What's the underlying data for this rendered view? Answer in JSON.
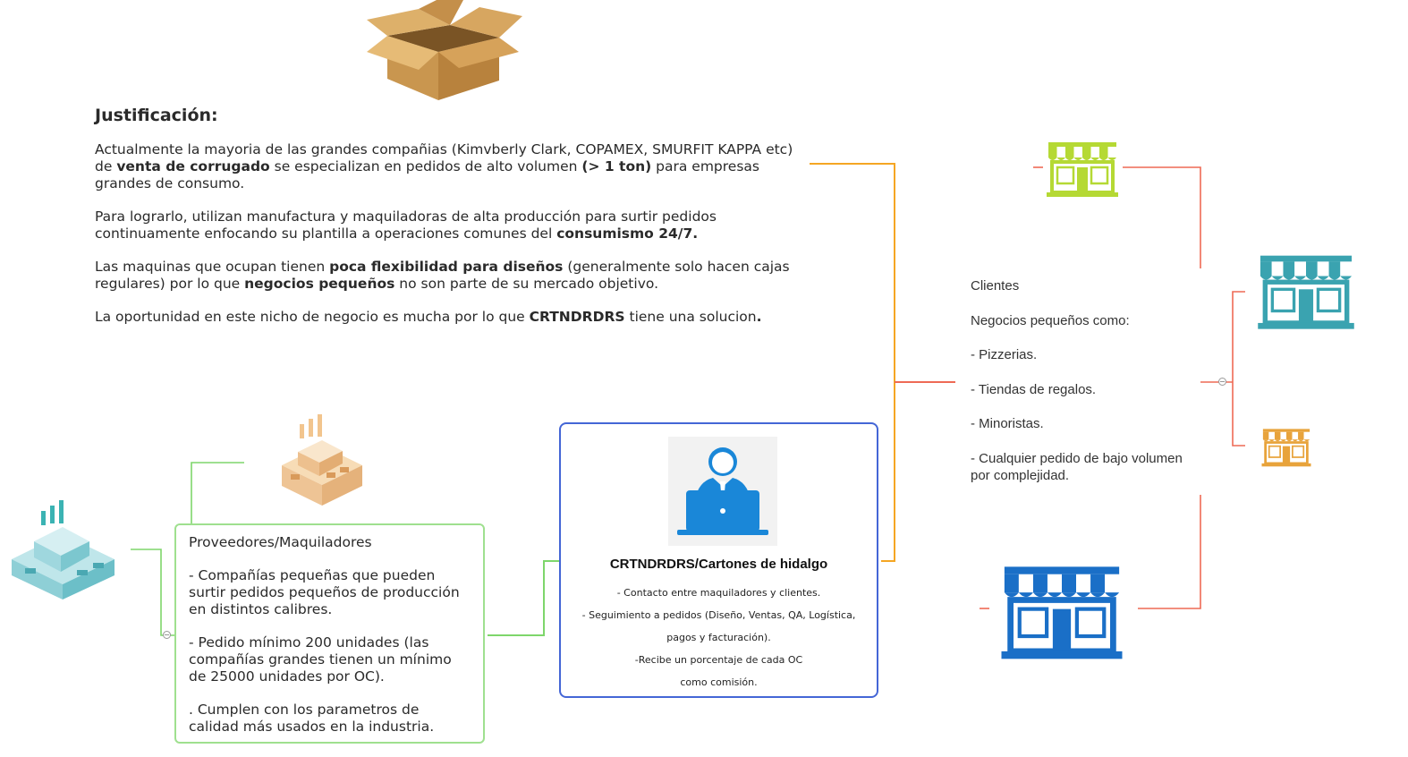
{
  "justificacion": {
    "title": "Justificación:",
    "p1": [
      {
        "t": "Actualmente la mayoria de las grandes compañias (Kimvberly Clark, COPAMEX, SMURFIT KAPPA etc) de "
      },
      {
        "t": "venta de corrugado",
        "b": true
      },
      {
        "t": " se especializan en pedidos de alto volumen "
      },
      {
        "t": "(> 1 ton)",
        "b": true
      },
      {
        "t": " para empresas grandes de consumo."
      }
    ],
    "p2": [
      {
        "t": "Para lograrlo, utilizan manufactura y maquiladoras de alta producción para surtir pedidos continuamente enfocando su plantilla a operaciones comunes del "
      },
      {
        "t": "consumismo 24/7.",
        "b": true
      }
    ],
    "p3": [
      {
        "t": "Las maquinas que ocupan tienen "
      },
      {
        "t": "poca flexibilidad para diseños",
        "b": true
      },
      {
        "t": " (generalmente solo hacen cajas regulares) por lo que "
      },
      {
        "t": "negocios pequeños",
        "b": true
      },
      {
        "t": " no son parte de su mercado objetivo."
      }
    ],
    "p4": [
      {
        "t": "La oportunidad en este nicho de negocio es mucha por lo que "
      },
      {
        "t": "CRTNDRDRS",
        "b": true
      },
      {
        "t": " tiene una solucion"
      },
      {
        "t": ".",
        "b": true
      }
    ]
  },
  "proveedores": {
    "title": "Proveedores/Maquiladores",
    "item1": "- Compañías pequeñas que pueden surtir pedidos pequeños de producción en distintos calibres.",
    "item2": "- Pedido mínimo 200 unidades (las compañías grandes tienen un mínimo de 25000 unidades por OC).",
    "item3": ". Cumplen con los parametros de calidad más usados en la industria."
  },
  "center": {
    "title": "CRTNDRDRS/Cartones de hidalgo",
    "line1": "- Contacto entre maquiladores y clientes.",
    "line2": "- Seguimiento a pedidos (Diseño, Ventas, QA, Logística,",
    "line3": "pagos y facturación).",
    "line4": "-Recibe un porcentaje de cada OC",
    "line5": "como comisión."
  },
  "clientes": {
    "title": "Clientes",
    "intro": "Negocios pequeños como:",
    "item1": "- Pizzerias.",
    "item2": "- Tiendas de regalos.",
    "item3": "- Minoristas.",
    "item4": "- Cualquier pedido de bajo volumen por complejidad."
  },
  "icons": [
    "cardboard-box-icon",
    "factory-icon",
    "user-laptop-icon",
    "storefront-icon"
  ],
  "colors": {
    "orange_line": "#f5a623",
    "red_line": "#ee6a55",
    "green_line": "#7ed66b",
    "blue_border": "#4466d6",
    "green_border": "#9fe08f",
    "store_lime": "#b5d934",
    "store_teal": "#3aa3b0",
    "store_orange": "#e8a33b",
    "store_blue": "#1a6fc7",
    "user_blue": "#1a87d8"
  }
}
